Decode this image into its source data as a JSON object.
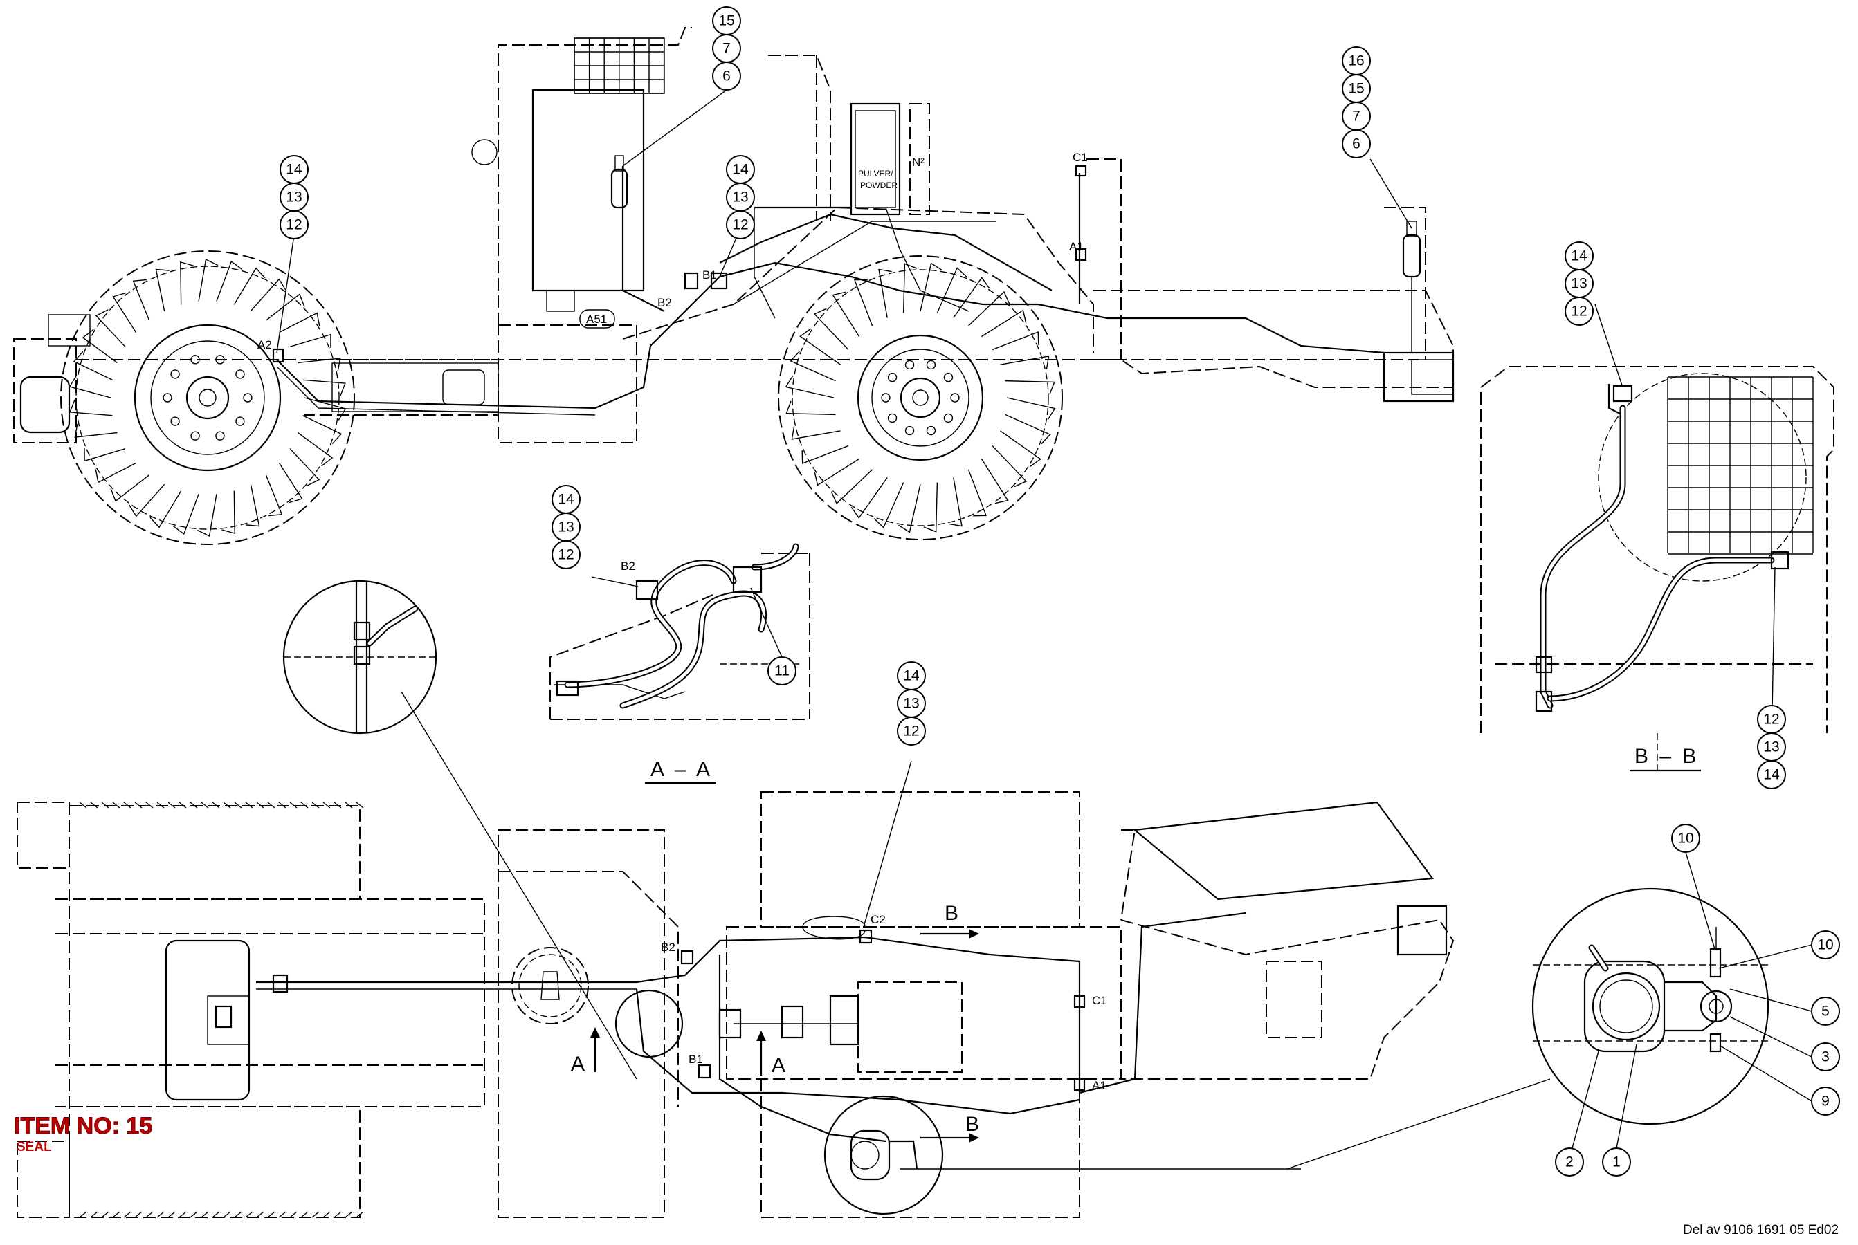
{
  "item": {
    "title": "ITEM NO: 15",
    "subtitle": "SEAL"
  },
  "document_ref": "Del av 9106 1691 05 Ed02",
  "views": {
    "section_aa": "A – A",
    "section_bb": "B – B",
    "arrow_a": "A",
    "arrow_b": "B"
  },
  "labels": {
    "a1": "A1",
    "a2": "A2",
    "b1": "B1",
    "b2": "B2",
    "c1": "C1",
    "c2": "C2",
    "a51": "A51",
    "pulver_1": "PULVER/",
    "pulver_2": "POWDER",
    "n2": "N²"
  },
  "balloons": {
    "g_cab": [
      "15",
      "7",
      "6"
    ],
    "g_rear_left": [
      "14",
      "13",
      "12"
    ],
    "g_mid": [
      "14",
      "13",
      "12"
    ],
    "g_right": [
      "16",
      "15",
      "7",
      "6"
    ],
    "g_bb_top": [
      "14",
      "13",
      "12"
    ],
    "g_aa": [
      "14",
      "13",
      "12"
    ],
    "g_aa_11": "11",
    "g_bb_bot": [
      "12",
      "13",
      "14"
    ],
    "g_plan": [
      "14",
      "13",
      "12"
    ],
    "g_detail": {
      "n10a": "10",
      "n10b": "10",
      "n5": "5",
      "n3": "3",
      "n9": "9",
      "n2": "2",
      "n1": "1"
    }
  },
  "colors": {
    "item_red": "#c00000",
    "line": "#000000",
    "background": "#ffffff"
  }
}
